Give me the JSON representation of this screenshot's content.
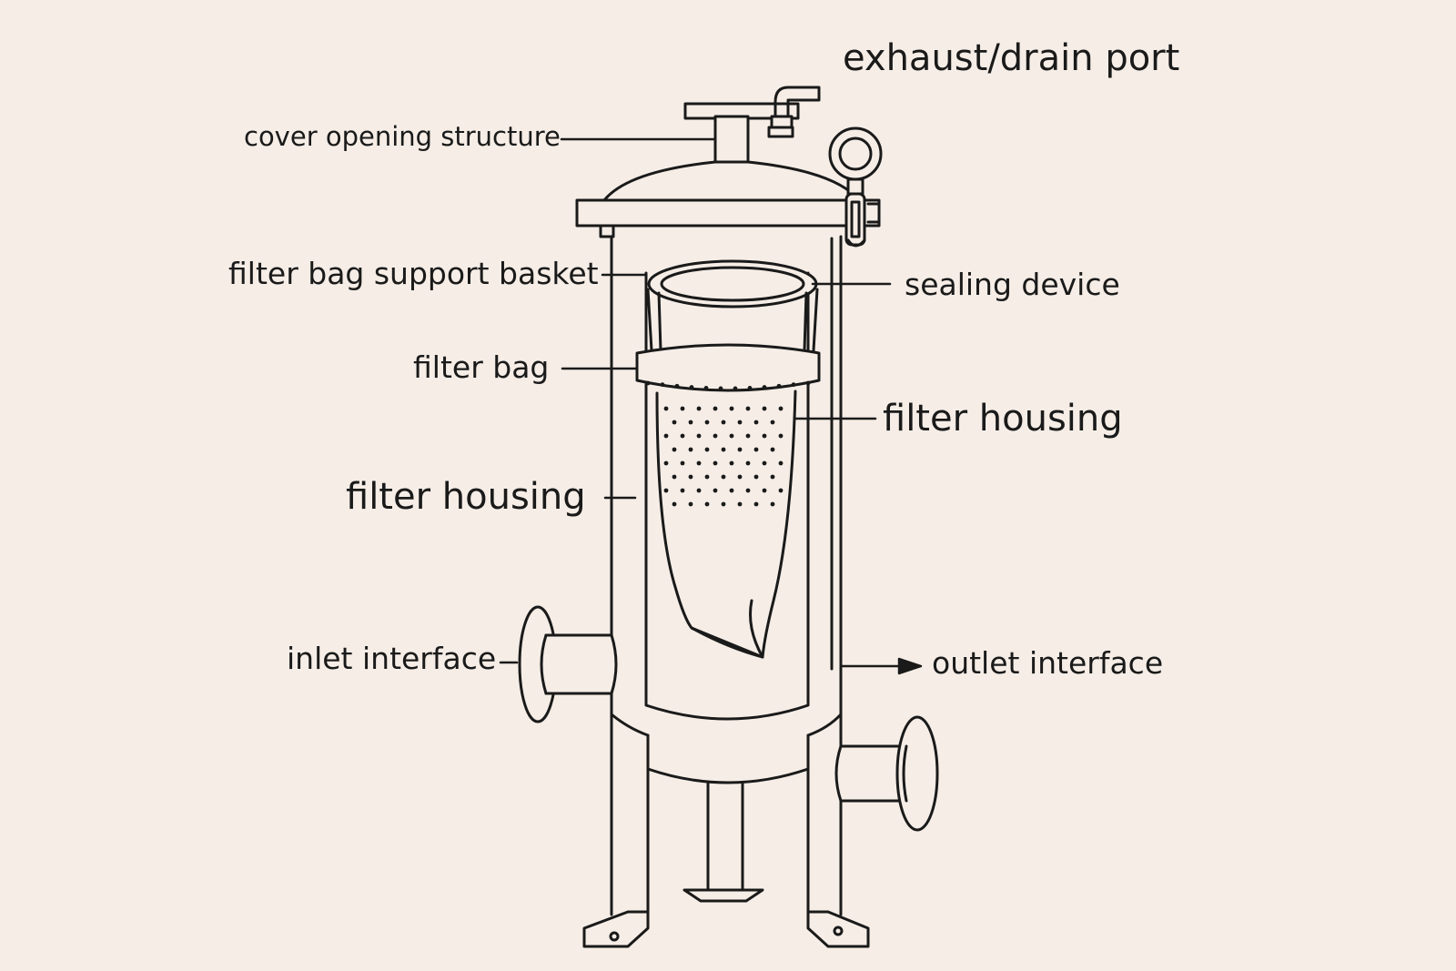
{
  "background": "#f5ede6",
  "line_color": "#1a1a1a",
  "labels": {
    "exhaust_drain_port": "exhaust/drain port",
    "cover_opening_structure": "cover opening structure",
    "filter_bag_support_basket": "filter bag support basket",
    "sealing_device": "sealing device",
    "filter_bag": "filter bag",
    "filter_housing_right": "filter housing",
    "filter_housing_left": "filter housing",
    "inlet_interface": "inlet interface",
    "outlet_interface": "outlet interface"
  }
}
